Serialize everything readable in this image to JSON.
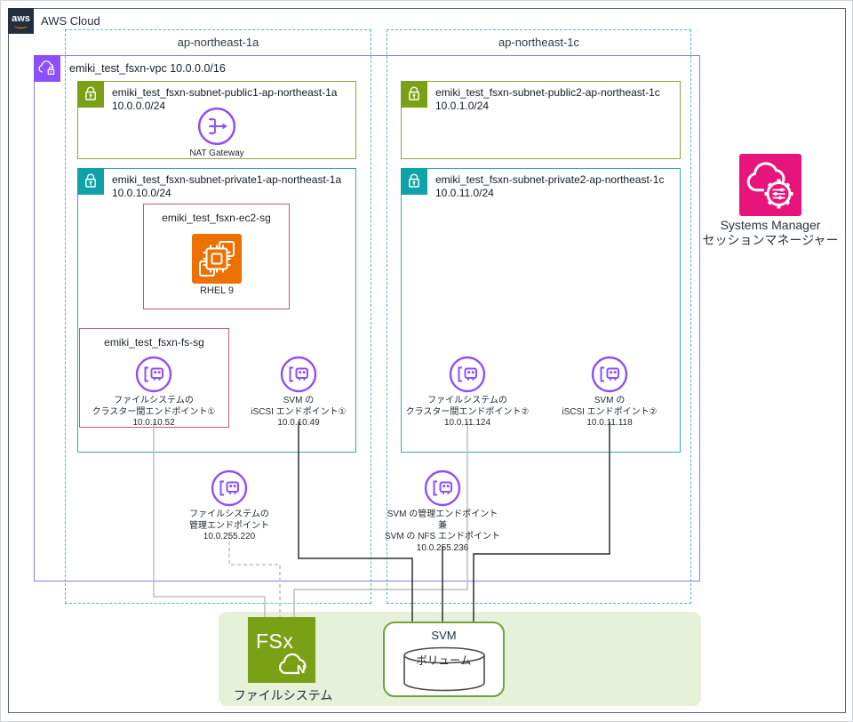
{
  "header": {
    "logo_text": "aws",
    "title": "AWS Cloud"
  },
  "availability_zones": [
    {
      "name": "ap-northeast-1a"
    },
    {
      "name": "ap-northeast-1c"
    }
  ],
  "vpc": {
    "label": "emiki_test_fsxn-vpc 10.0.0.0/16"
  },
  "subnets": {
    "public1": {
      "name": "emiki_test_fsxn-subnet-public1-ap-northeast-1a",
      "cidr": "10.0.0.0/24"
    },
    "public2": {
      "name": "emiki_test_fsxn-subnet-public2-ap-northeast-1c",
      "cidr": "10.0.1.0/24"
    },
    "private1": {
      "name": "emiki_test_fsxn-subnet-private1-ap-northeast-1a",
      "cidr": "10.0.10.0/24"
    },
    "private2": {
      "name": "emiki_test_fsxn-subnet-private2-ap-northeast-1c",
      "cidr": "10.0.11.0/24"
    }
  },
  "nat_gateway": {
    "label": "NAT Gateway"
  },
  "security_groups": {
    "ec2": {
      "name": "emiki_test_fsxn-ec2-sg",
      "instance_label": "RHEL 9"
    },
    "fs": {
      "name": "emiki_test_fsxn-fs-sg"
    }
  },
  "endpoints": {
    "fs_cluster_1": {
      "lines": [
        "ファイルシステムの",
        "クラスター間エンドポイント①"
      ],
      "ip": "10.0.10.52"
    },
    "svm_iscsi_1": {
      "lines": [
        "SVM の",
        "iSCSI エンドポイント①"
      ],
      "ip": "10.0.10.49"
    },
    "fs_cluster_2": {
      "lines": [
        "ファイルシステムの",
        "クラスター間エンドポイント②"
      ],
      "ip": "10.0.11.124"
    },
    "svm_iscsi_2": {
      "lines": [
        "SVM の",
        "iSCSI エンドポイント②"
      ],
      "ip": "10.0.11.118"
    },
    "fs_mgmt": {
      "lines": [
        "ファイルシステムの",
        "管理エンドポイント"
      ],
      "ip": "10.0.255.220"
    },
    "svm_mgmt": {
      "lines": [
        "SVM の管理エンドポイント",
        "兼",
        "SVM の NFS エンドポイント"
      ],
      "ip": "10.0.255.236"
    }
  },
  "systems_manager": {
    "lines": [
      "Systems Manager",
      "セッションマネージャー"
    ]
  },
  "storage": {
    "fsx_icon_text": "FSx",
    "fsx_cloud_letter": "N",
    "fsx_label": "ファイルシステム",
    "svm_label": "SVM",
    "volume_label": "ボリューム"
  },
  "colors": {
    "aws_dark": "#232F3E",
    "vpc_purple": "#8C4FFF",
    "az_teal_dashed": "#53B7BF",
    "public_green": "#7AA116",
    "private_teal": "#0FA3A8",
    "security_group_pink": "#C25A75",
    "ec2_orange": "#ED7100",
    "ssm_pink": "#E7157B",
    "fsx_green": "#7AA116",
    "panel_light_green": "#E6F1DA",
    "line_gray": "#BDBDBD",
    "line_black": "#2E2E2E"
  }
}
